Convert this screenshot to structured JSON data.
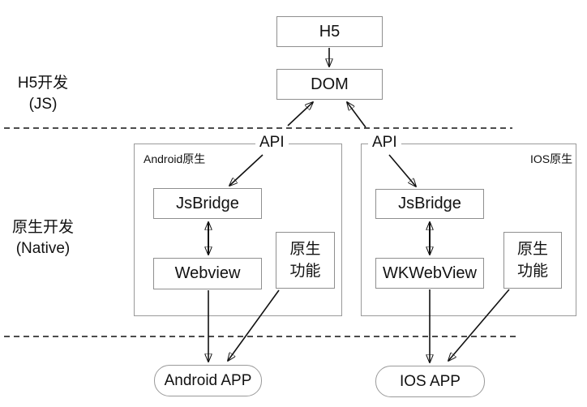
{
  "nodes": {
    "h5": "H5",
    "dom": "DOM",
    "api_left": "API",
    "api_right": "API"
  },
  "layers": {
    "h5_dev": {
      "line1": "H5开发",
      "line2": "(JS)"
    },
    "native_dev": {
      "line1": "原生开发",
      "line2": "(Native)"
    }
  },
  "android": {
    "label": "Android原生",
    "jsbridge": "JsBridge",
    "webview": "Webview",
    "native_feature": {
      "line1": "原生",
      "line2": "功能"
    },
    "app": "Android APP"
  },
  "ios": {
    "label": "IOS原生",
    "jsbridge": "JsBridge",
    "webview": "WKWebView",
    "native_feature": {
      "line1": "原生",
      "line2": "功能"
    },
    "app": "IOS APP"
  },
  "colors": {
    "background": "#ffffff",
    "box_border": "#8f8f8f",
    "container_border": "#9a9a9a",
    "dashed_line": "#9a9a9a",
    "arrow": "#111111",
    "text": "#111111"
  }
}
